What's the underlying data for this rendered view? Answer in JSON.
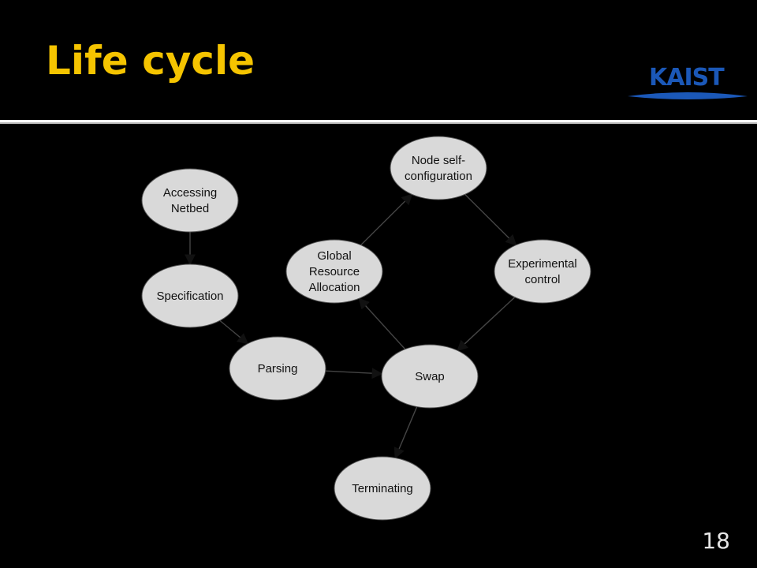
{
  "slide": {
    "title": "Life cycle",
    "logo_text": "KAIST",
    "page_number": "18"
  },
  "diagram": {
    "nodes": {
      "accessing": [
        "Accessing",
        "Netbed"
      ],
      "specification": [
        "Specification"
      ],
      "parsing": [
        "Parsing"
      ],
      "global": [
        "Global",
        "Resource",
        "Allocation"
      ],
      "node_self": [
        "Node self-",
        "configuration"
      ],
      "experimental": [
        "Experimental",
        "control"
      ],
      "swap": [
        "Swap"
      ],
      "terminating": [
        "Terminating"
      ]
    },
    "edges": [
      [
        "accessing",
        "specification"
      ],
      [
        "specification",
        "parsing"
      ],
      [
        "parsing",
        "swap"
      ],
      [
        "swap",
        "global"
      ],
      [
        "global",
        "node_self"
      ],
      [
        "node_self",
        "experimental"
      ],
      [
        "experimental",
        "swap"
      ],
      [
        "swap",
        "terminating"
      ]
    ]
  },
  "colors": {
    "title": "#f5c400",
    "node_fill": "#d9d9d9",
    "node_stroke": "#555555",
    "logo": "#1b58b8"
  }
}
